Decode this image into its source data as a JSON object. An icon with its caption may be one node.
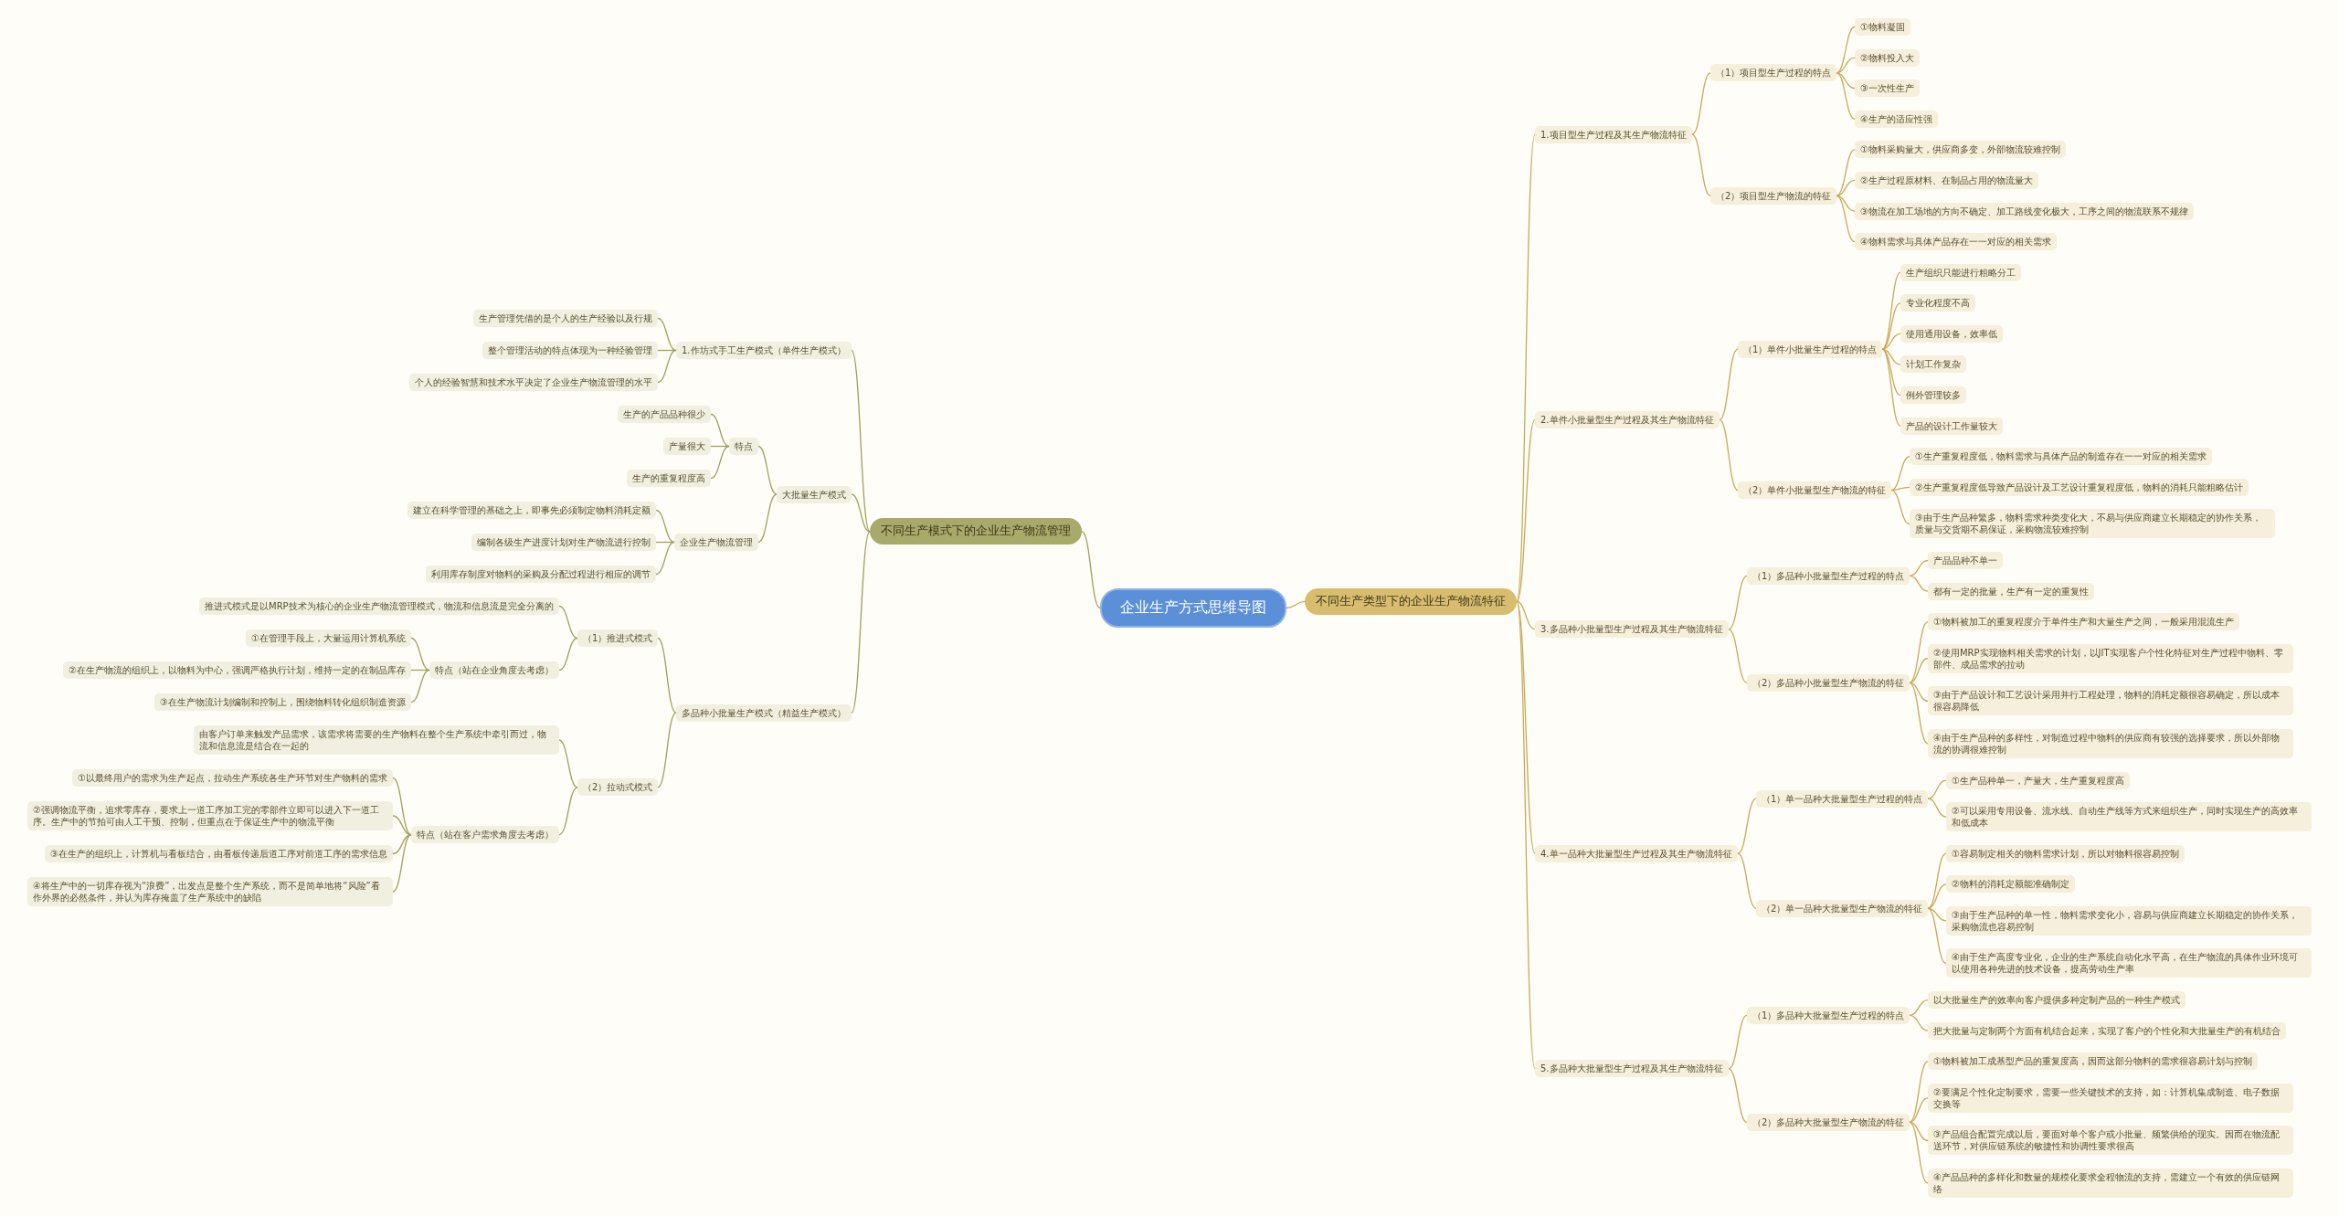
{
  "diagram": {
    "nodes": [
      {
        "text": [
          "企业生产方式思维导图"
        ]
      },
      {
        "text": [
          "不同生产模式下的企业生产物流管理"
        ]
      },
      {
        "text": [
          "1.作坊式手工生产模式（单件生产模式）"
        ]
      },
      {
        "text": [
          "生产管理凭借的是个人的生产经验以及行规"
        ]
      },
      {
        "text": [
          "整个管理活动的特点体现为一种经验管理"
        ]
      },
      {
        "text": [
          "个人的经验智慧和技术水平决定了企业生产物流管理的水平"
        ]
      },
      {
        "text": [
          "大批量生产模式"
        ]
      },
      {
        "text": [
          "特点"
        ]
      },
      {
        "text": [
          "生产的产品品种很少"
        ]
      },
      {
        "text": [
          "产量很大"
        ]
      },
      {
        "text": [
          "生产的重复程度高"
        ]
      },
      {
        "text": [
          "企业生产物流管理"
        ]
      },
      {
        "text": [
          "建立在科学管理的基础之上，即事先必须制定物料消耗定额"
        ]
      },
      {
        "text": [
          "编制各级生产进度计划对生产物流进行控制"
        ]
      },
      {
        "text": [
          "利用库存制度对物料的采购及分配过程进行相应的调节"
        ]
      },
      {
        "text": [
          "多品种小批量生产模式（精益生产模式）"
        ]
      },
      {
        "text": [
          "（1）推进式模式"
        ]
      },
      {
        "text": [
          "推进式模式是以MRP技术为核心的企业生产物流管理模式，物流和信息流是完全分离的"
        ]
      },
      {
        "text": [
          "特点（站在企业角度去考虑）"
        ]
      },
      {
        "text": [
          "①在管理手段上，大量运用计算机系统"
        ]
      },
      {
        "text": [
          "②在生产物流的组织上，以物料为中心，强调严格执行计划，维持一定的在制品库存"
        ]
      },
      {
        "text": [
          "③在生产物流计划编制和控制上，围绕物料转化组织制造资源"
        ]
      },
      {
        "text": [
          "（2）拉动式模式"
        ]
      },
      {
        "text": [
          "由客户订单来触发产品需求，该需求将需要的生产物料在整个生产系统中牵引而过，物流和信息流是结合在一起的"
        ]
      },
      {
        "text": [
          "特点（站在客户需求角度去考虑）"
        ]
      },
      {
        "text": [
          "①以最终用户的需求为生产起点，拉动生产系统各生产环节对生产物料的需求"
        ]
      },
      {
        "text": [
          "②强调物流平衡，追求零库存，要求上一道工序加工完的零部件立即可以进入下一道工序。生产中的节拍可由人工干预、控制，但重点在于保证生产中的物流平衡"
        ]
      },
      {
        "text": [
          "③在生产的组织上，计算机与看板结合，由看板传递后道工序对前道工序的需求信息"
        ]
      },
      {
        "text": [
          "④将生产中的一切库存视为“浪费”，出发点是整个生产系统，而不是简单地将“风险”看作外界的必然条件，并认为库存掩盖了生产系统中的缺陷"
        ]
      },
      {
        "text": [
          "不同生产类型下的企业生产物流特征"
        ]
      },
      {
        "text": [
          "1.项目型生产过程及其生产物流特征"
        ]
      },
      {
        "text": [
          "（1）项目型生产过程的特点"
        ]
      },
      {
        "text": [
          "①物料凝固"
        ]
      },
      {
        "text": [
          "②物料投入大"
        ]
      },
      {
        "text": [
          "③一次性生产"
        ]
      },
      {
        "text": [
          "④生产的适应性强"
        ]
      },
      {
        "text": [
          "（2）项目型生产物流的特征"
        ]
      },
      {
        "text": [
          "①物料采购量大，供应商多变，外部物流较难控制"
        ]
      },
      {
        "text": [
          "②生产过程原材料、在制品占用的物流量大"
        ]
      },
      {
        "text": [
          "③物流在加工场地的方向不确定、加工路线变化极大，工序之间的物流联系不规律"
        ]
      },
      {
        "text": [
          "④物料需求与具体产品存在一一对应的相关需求"
        ]
      },
      {
        "text": [
          "2.单件小批量型生产过程及其生产物流特征"
        ]
      },
      {
        "text": [
          "（1）单件小批量生产过程的特点"
        ]
      },
      {
        "text": [
          "生产组织只能进行粗略分工"
        ]
      },
      {
        "text": [
          "专业化程度不高"
        ]
      },
      {
        "text": [
          "使用通用设备，效率低"
        ]
      },
      {
        "text": [
          "计划工作复杂"
        ]
      },
      {
        "text": [
          "例外管理较多"
        ]
      },
      {
        "text": [
          "产品的设计工作量较大"
        ]
      },
      {
        "text": [
          "（2）单件小批量型生产物流的特征"
        ]
      },
      {
        "text": [
          "①生产重复程度低，物料需求与具体产品的制造存在一一对应的相关需求"
        ]
      },
      {
        "text": [
          "②生产重复程度低导致产品设计及工艺设计重复程度低，物料的消耗只能粗略估计"
        ]
      },
      {
        "text": [
          "③由于生产品种繁多，物料需求种类变化大，不易与供应商建立长期稳定的协作关系，质量与交货期不易保证，采购物流较难控制"
        ]
      },
      {
        "text": [
          "3.多品种小批量型生产过程及其生产物流特征"
        ]
      },
      {
        "text": [
          "（1）多品种小批量型生产过程的特点"
        ]
      },
      {
        "text": [
          "产品品种不单一"
        ]
      },
      {
        "text": [
          "都有一定的批量，生产有一定的重复性"
        ]
      },
      {
        "text": [
          "（2）多品种小批量型生产物流的特征"
        ]
      },
      {
        "text": [
          "①物料被加工的重复程度介于单件生产和大量生产之间，一般采用混流生产"
        ]
      },
      {
        "text": [
          "②使用MRP实现物料相关需求的计划，以JIT实现客户个性化特征对生产过程中物料、零部件、成品需求的拉动"
        ]
      },
      {
        "text": [
          "③由于产品设计和工艺设计采用并行工程处理，物料的消耗定额很容易确定，所以成本很容易降低"
        ]
      },
      {
        "text": [
          "④由于生产品种的多样性，对制造过程中物料的供应商有较强的选择要求，所以外部物流的协调很难控制"
        ]
      },
      {
        "text": [
          "4.单一品种大批量型生产过程及其生产物流特征"
        ]
      },
      {
        "text": [
          "（1）单一品种大批量型生产过程的特点"
        ]
      },
      {
        "text": [
          "①生产品种单一，产量大，生产重复程度高"
        ]
      },
      {
        "text": [
          "②可以采用专用设备、流水线、自动生产线等方式来组织生产，同时实现生产的高效率和低成本"
        ]
      },
      {
        "text": [
          "（2）单一品种大批量型生产物流的特征"
        ]
      },
      {
        "text": [
          "①容易制定相关的物料需求计划，所以对物料很容易控制"
        ]
      },
      {
        "text": [
          "②物料的消耗定额能准确制定"
        ]
      },
      {
        "text": [
          "③由于生产品种的单一性，物料需求变化小，容易与供应商建立长期稳定的协作关系，采购物流也容易控制"
        ]
      },
      {
        "text": [
          "④由于生产高度专业化，企业的生产系统自动化水平高，在生产物流的具体作业环境可以使用各种先进的技术设备，提高劳动生产率"
        ]
      },
      {
        "text": [
          "5.多品种大批量型生产过程及其生产物流特征"
        ]
      },
      {
        "text": [
          "（1）多品种大批量型生产过程的特点"
        ]
      },
      {
        "text": [
          "以大批量生产的效率向客户提供多种定制产品的一种生产模式"
        ]
      },
      {
        "text": [
          "把大批量与定制两个方面有机结合起来，实现了客户的个性化和大批量生产的有机结合"
        ]
      },
      {
        "text": [
          "（2）多品种大批量型生产物流的特征"
        ]
      },
      {
        "text": [
          "①物料被加工成基型产品的重复度高，因而这部分物料的需求很容易计划与控制"
        ]
      },
      {
        "text": [
          "②要满足个性化定制要求，需要一些关键技术的支持，如：计算机集成制造、电子数据交换等"
        ]
      },
      {
        "text": [
          "③产品组合配置完成以后，要面对单个客户或小批量、频繁供给的现实。因而在物流配送环节，对供应链系统的敏捷性和协调性要求很高"
        ]
      },
      {
        "text": [
          "④产品品种的多样化和数量的规模化要求全程物流的支持，需建立一个有效的供应链网络"
        ]
      }
    ],
    "edges": [
      {
        "from": 0,
        "to": 1,
        "arrow": "none",
        "color": "#9fa15c"
      },
      {
        "from": 1,
        "to": 2,
        "arrow": "none",
        "color": "#9fa15c"
      },
      {
        "from": 2,
        "to": 3,
        "arrow": "none",
        "color": "#9fa15c"
      },
      {
        "from": 2,
        "to": 4,
        "arrow": "none",
        "color": "#9fa15c"
      },
      {
        "from": 2,
        "to": 5,
        "arrow": "none",
        "color": "#9fa15c"
      },
      {
        "from": 1,
        "to": 6,
        "arrow": "none",
        "color": "#9fa15c"
      },
      {
        "from": 6,
        "to": 7,
        "arrow": "none",
        "color": "#9fa15c"
      },
      {
        "from": 7,
        "to": 8,
        "arrow": "none",
        "color": "#9fa15c"
      },
      {
        "from": 7,
        "to": 9,
        "arrow": "none",
        "color": "#9fa15c"
      },
      {
        "from": 7,
        "to": 10,
        "arrow": "none",
        "color": "#9fa15c"
      },
      {
        "from": 6,
        "to": 11,
        "arrow": "none",
        "color": "#9fa15c"
      },
      {
        "from": 11,
        "to": 12,
        "arrow": "none",
        "color": "#9fa15c"
      },
      {
        "from": 11,
        "to": 13,
        "arrow": "none",
        "color": "#9fa15c"
      },
      {
        "from": 11,
        "to": 14,
        "arrow": "none",
        "color": "#9fa15c"
      },
      {
        "from": 1,
        "to": 15,
        "arrow": "none",
        "color": "#9fa15c"
      },
      {
        "from": 15,
        "to": 16,
        "arrow": "none",
        "color": "#9fa15c"
      },
      {
        "from": 16,
        "to": 17,
        "arrow": "none",
        "color": "#9fa15c"
      },
      {
        "from": 16,
        "to": 18,
        "arrow": "none",
        "color": "#9fa15c"
      },
      {
        "from": 18,
        "to": 19,
        "arrow": "none",
        "color": "#9fa15c"
      },
      {
        "from": 18,
        "to": 20,
        "arrow": "none",
        "color": "#9fa15c"
      },
      {
        "from": 18,
        "to": 21,
        "arrow": "none",
        "color": "#9fa15c"
      },
      {
        "from": 15,
        "to": 22,
        "arrow": "none",
        "color": "#9fa15c"
      },
      {
        "from": 22,
        "to": 23,
        "arrow": "none",
        "color": "#9fa15c"
      },
      {
        "from": 22,
        "to": 24,
        "arrow": "none",
        "color": "#9fa15c"
      },
      {
        "from": 24,
        "to": 25,
        "arrow": "none",
        "color": "#9fa15c"
      },
      {
        "from": 24,
        "to": 26,
        "arrow": "none",
        "color": "#9fa15c"
      },
      {
        "from": 24,
        "to": 27,
        "arrow": "none",
        "color": "#9fa15c"
      },
      {
        "from": 24,
        "to": 28,
        "arrow": "none",
        "color": "#9fa15c"
      },
      {
        "from": 0,
        "to": 29,
        "arrow": "none"
      },
      {
        "from": 29,
        "to": 30,
        "arrow": "none"
      },
      {
        "from": 30,
        "to": 31,
        "arrow": "none"
      },
      {
        "from": 31,
        "to": 32,
        "arrow": "none"
      },
      {
        "from": 31,
        "to": 33,
        "arrow": "none"
      },
      {
        "from": 31,
        "to": 34,
        "arrow": "none"
      },
      {
        "from": 31,
        "to": 35,
        "arrow": "none"
      },
      {
        "from": 30,
        "to": 36,
        "arrow": "none"
      },
      {
        "from": 36,
        "to": 37,
        "arrow": "none"
      },
      {
        "from": 36,
        "to": 38,
        "arrow": "none"
      },
      {
        "from": 36,
        "to": 39,
        "arrow": "none"
      },
      {
        "from": 36,
        "to": 40,
        "arrow": "none"
      },
      {
        "from": 29,
        "to": 41,
        "arrow": "none"
      },
      {
        "from": 41,
        "to": 42,
        "arrow": "none"
      },
      {
        "from": 42,
        "to": 43,
        "arrow": "none"
      },
      {
        "from": 42,
        "to": 44,
        "arrow": "none"
      },
      {
        "from": 42,
        "to": 45,
        "arrow": "none"
      },
      {
        "from": 42,
        "to": 46,
        "arrow": "none"
      },
      {
        "from": 42,
        "to": 47,
        "arrow": "none"
      },
      {
        "from": 42,
        "to": 48,
        "arrow": "none"
      },
      {
        "from": 41,
        "to": 49,
        "arrow": "none"
      },
      {
        "from": 49,
        "to": 50,
        "arrow": "none"
      },
      {
        "from": 49,
        "to": 51,
        "arrow": "none"
      },
      {
        "from": 49,
        "to": 52,
        "arrow": "none"
      },
      {
        "from": 29,
        "to": 53,
        "arrow": "none"
      },
      {
        "from": 53,
        "to": 54,
        "arrow": "none"
      },
      {
        "from": 54,
        "to": 55,
        "arrow": "none"
      },
      {
        "from": 54,
        "to": 56,
        "arrow": "none"
      },
      {
        "from": 53,
        "to": 57,
        "arrow": "none"
      },
      {
        "from": 57,
        "to": 58,
        "arrow": "none"
      },
      {
        "from": 57,
        "to": 59,
        "arrow": "none"
      },
      {
        "from": 57,
        "to": 60,
        "arrow": "none"
      },
      {
        "from": 57,
        "to": 61,
        "arrow": "none"
      },
      {
        "from": 29,
        "to": 62,
        "arrow": "none"
      },
      {
        "from": 62,
        "to": 63,
        "arrow": "none"
      },
      {
        "from": 63,
        "to": 64,
        "arrow": "none"
      },
      {
        "from": 63,
        "to": 65,
        "arrow": "none"
      },
      {
        "from": 62,
        "to": 66,
        "arrow": "none"
      },
      {
        "from": 66,
        "to": 67,
        "arrow": "none"
      },
      {
        "from": 66,
        "to": 68,
        "arrow": "none"
      },
      {
        "from": 66,
        "to": 69,
        "arrow": "none"
      },
      {
        "from": 66,
        "to": 70,
        "arrow": "none"
      },
      {
        "from": 29,
        "to": 71,
        "arrow": "none"
      },
      {
        "from": 71,
        "to": 72,
        "arrow": "none"
      },
      {
        "from": 72,
        "to": 73,
        "arrow": "none"
      },
      {
        "from": 72,
        "to": 74,
        "arrow": "none"
      },
      {
        "from": 71,
        "to": 75,
        "arrow": "none"
      },
      {
        "from": 75,
        "to": 76,
        "arrow": "none"
      },
      {
        "from": 75,
        "to": 77,
        "arrow": "none"
      },
      {
        "from": 75,
        "to": 78,
        "arrow": "none"
      },
      {
        "from": 75,
        "to": 79,
        "arrow": "none"
      }
    ]
  }
}
